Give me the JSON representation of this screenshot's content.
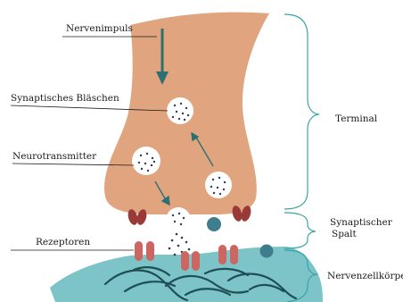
{
  "labels": {
    "nervenimpuls": "Nervenimpuls",
    "blaeschen": "Synaptisches Bläschen",
    "neurotransmitter": "Neurotransmitter",
    "rezeptoren": "Rezeptoren",
    "terminal": "Terminal",
    "spalt_line1": "Synaptischer",
    "spalt_line2": "Spalt",
    "zellkoerper": "Nervenzellkörper"
  },
  "colors": {
    "terminal": "#e0a57e",
    "cell_body": "#7cc4c7",
    "receptor": "#cd6560",
    "receptor_dark": "#9a3a38",
    "bracket": "#3aa3a8",
    "arrow": "#2e6f73",
    "dots": "#2d3d5a",
    "ion": "#3e7e8c"
  }
}
